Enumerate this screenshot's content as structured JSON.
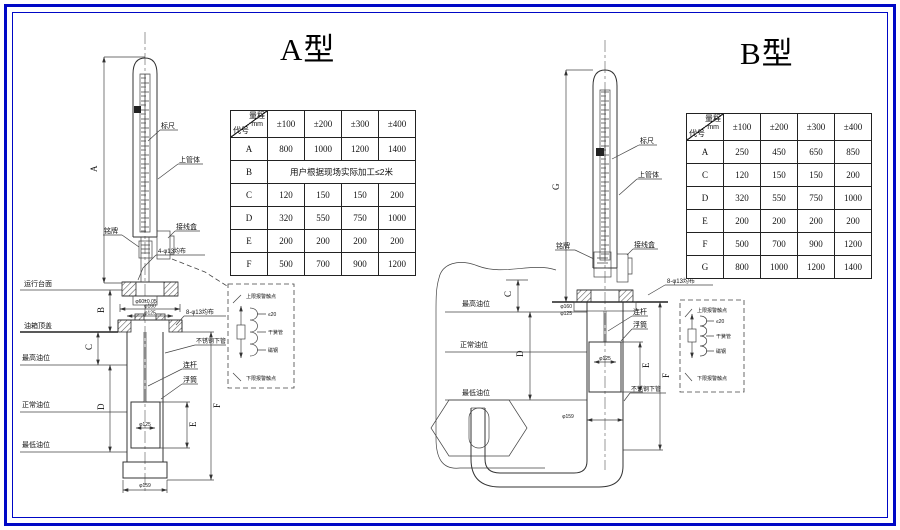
{
  "sheet": {
    "border_color": "#0008c6",
    "background": "#ffffff",
    "line_color": "#333333"
  },
  "typeA": {
    "title": "A型",
    "dims": {
      "a": "A",
      "b": "B",
      "c": "C",
      "d": "D",
      "e": "E",
      "f": "F"
    },
    "labels": {
      "scale": "标尺",
      "upper_tube": "上管体",
      "nameplate": "铭牌",
      "junction_box": "接线盒",
      "holes_top": "4-φ13均布",
      "platform": "运行台面",
      "tank_cover": "油箱顶盖",
      "level_max": "最高油位",
      "level_normal": "正常油位",
      "level_min": "最低油位",
      "holes_flange": "8-φ13均布",
      "stainless_tube": "不锈钢下管",
      "rod": "连杆",
      "float": "浮筒",
      "dim_neck": "φ60±0.05",
      "dim_d160": "φ160",
      "dim_d125": "φ125",
      "dim_float": "φ125",
      "dim_bottom": "φ159"
    },
    "detail": {
      "top": "上限报警触点",
      "item1": "≤20",
      "item2": "干簧管",
      "item3": "磁钢",
      "bottom": "下限报警触点"
    },
    "table": {
      "corner_range": "量程",
      "corner_unit": "mm",
      "corner_code": "代号",
      "cols": [
        "±100",
        "±200",
        "±300",
        "±400"
      ],
      "rows": [
        {
          "code": "A",
          "v": [
            "800",
            "1000",
            "1200",
            "1400"
          ]
        },
        {
          "code": "B",
          "merged": "用户根据现场实际加工≤2米"
        },
        {
          "code": "C",
          "v": [
            "120",
            "150",
            "150",
            "200"
          ]
        },
        {
          "code": "D",
          "v": [
            "320",
            "550",
            "750",
            "1000"
          ]
        },
        {
          "code": "E",
          "v": [
            "200",
            "200",
            "200",
            "200"
          ]
        },
        {
          "code": "F",
          "v": [
            "500",
            "700",
            "900",
            "1200"
          ]
        }
      ]
    }
  },
  "typeB": {
    "title": "B型",
    "dims": {
      "c": "C",
      "d": "D",
      "e": "E",
      "f": "F",
      "g": "G"
    },
    "labels": {
      "scale": "标尺",
      "upper_tube": "上管体",
      "nameplate": "铭牌",
      "junction_box": "接线盒",
      "holes_flange": "8-φ13均布",
      "level_max": "最高油位",
      "level_normal": "正常油位",
      "level_min": "最低油位",
      "stainless_tube": "不锈钢下管",
      "rod": "连杆",
      "float": "浮筒",
      "dim_d160": "φ160",
      "dim_d125": "φ125",
      "dim_float": "φ125",
      "dim_bottom": "φ159"
    },
    "detail": {
      "top": "上限报警触点",
      "item1": "≤20",
      "item2": "干簧管",
      "item3": "磁钢",
      "bottom": "下限报警触点"
    },
    "table": {
      "corner_range": "量程",
      "corner_unit": "mm",
      "corner_code": "代号",
      "cols": [
        "±100",
        "±200",
        "±300",
        "±400"
      ],
      "rows": [
        {
          "code": "A",
          "v": [
            "250",
            "450",
            "650",
            "850"
          ]
        },
        {
          "code": "C",
          "v": [
            "120",
            "150",
            "150",
            "200"
          ]
        },
        {
          "code": "D",
          "v": [
            "320",
            "550",
            "750",
            "1000"
          ]
        },
        {
          "code": "E",
          "v": [
            "200",
            "200",
            "200",
            "200"
          ]
        },
        {
          "code": "F",
          "v": [
            "500",
            "700",
            "900",
            "1200"
          ]
        },
        {
          "code": "G",
          "v": [
            "800",
            "1000",
            "1200",
            "1400"
          ]
        }
      ]
    }
  }
}
